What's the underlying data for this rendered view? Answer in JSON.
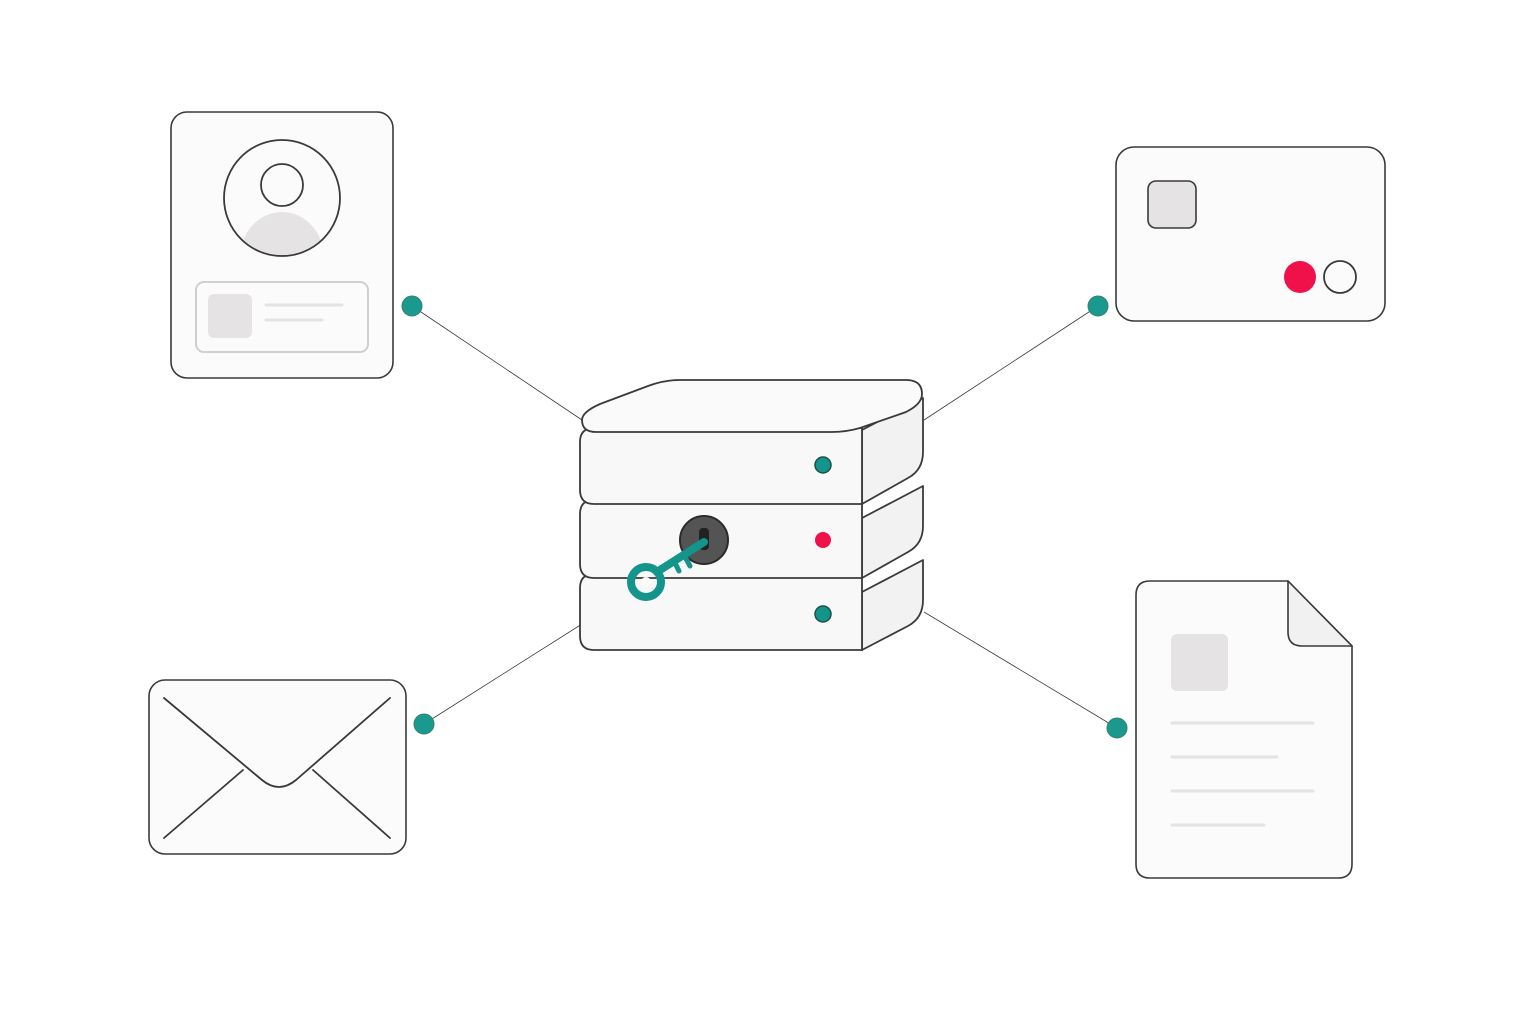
{
  "colors": {
    "background": "#ffffff",
    "stroke": "#3a3a3a",
    "card_fill": "#fbfbfb",
    "placeholder": "#e5e3e3",
    "connector_line": "#3a3a3a",
    "connector_node": "#1a9a8e",
    "status_ok": "#14958c",
    "status_alert": "#f0104a",
    "key": "#14958c",
    "keyhole": "#545454"
  },
  "icons": {
    "center": "database-server-icon",
    "top_left": "user-id-card-icon",
    "top_right": "credit-card-icon",
    "bottom_left": "envelope-icon",
    "bottom_right": "document-icon",
    "key": "key-icon"
  },
  "server": {
    "layers": [
      {
        "status": "ok"
      },
      {
        "status": "alert"
      },
      {
        "status": "ok"
      }
    ],
    "has_key": true
  },
  "connections": [
    {
      "from": "database-server",
      "to": "user-id-card"
    },
    {
      "from": "database-server",
      "to": "credit-card"
    },
    {
      "from": "database-server",
      "to": "envelope"
    },
    {
      "from": "database-server",
      "to": "document"
    }
  ]
}
